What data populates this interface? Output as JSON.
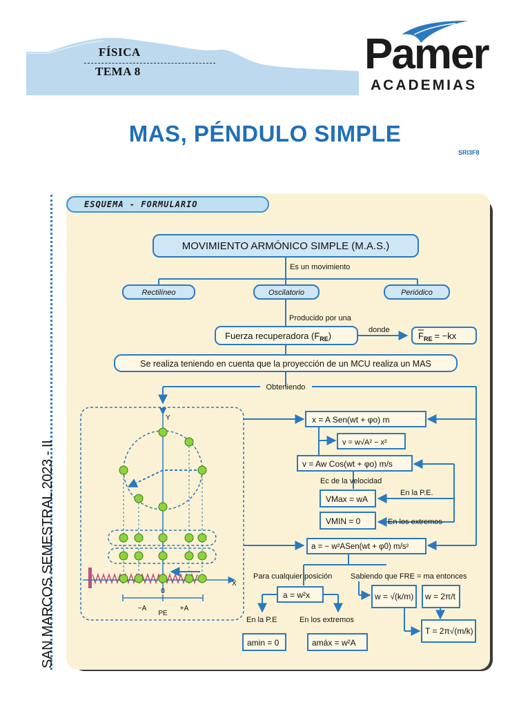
{
  "header": {
    "subject": "FÍSICA",
    "topic": "TEMA 8",
    "brand_name": "Pamer",
    "brand_sub": "ACADEMIAS",
    "title": "MAS, PÉNDULO SIMPLE",
    "code": "SRI3F8",
    "side_text": "SAN MARCOS SEMESTRAL 2023 - II"
  },
  "badge": {
    "label": "ESQUEMA - FORMULARIO"
  },
  "diagram": {
    "main_title": "MOVIMIENTO ARMÓNICO SIMPLE (M.A.S.)",
    "es_un": "Es un movimiento",
    "types": [
      "Rectilíneo",
      "Oscilatorio",
      "Periódico"
    ],
    "producido": "Producido por una",
    "fuerza": "Fuerza recuperadora (F",
    "fuerza_sub": "RE",
    "fuerza_end": ")",
    "donde": "donde",
    "fre_formula": "= −kx",
    "fre_label": "F",
    "fre_sub": "RE",
    "proyeccion": "Se realiza teniendo en cuenta que la proyección de un MCU realiza un MAS",
    "obteniendo": "Obteniendo",
    "x_eq": "x =  A Sen(wt + φo) m",
    "v_eq": "v = w√A² − x²",
    "vx_eq": "v = Aw Cos(wt + φo) m/s",
    "ec_vel": "Ec de la velocidad",
    "vmax": "VMax = wA",
    "en_pe": "En la P.E.",
    "vmin": "VMIN = 0",
    "en_extremos": "En los extremos",
    "a_eq": "a = − w²ASen(wt + φ0) m/s²",
    "para_cualquier": "Para cualquier posición",
    "sabiendo": "Sabiendo que FRE = ma entonces",
    "a_w2x": "a = w²x",
    "w_sqrt": "w = √(k/m)",
    "w_2pi": "w = 2π/t",
    "en_la_pe": "En la P.E",
    "en_los_extremos": "En los extremos",
    "amin": "amin = 0",
    "amax": "amáx = w²A",
    "T_eq": "T = 2π√(m/k)",
    "axis_y": "Y",
    "axis_x": "X",
    "zero": "0",
    "minusA": "−A",
    "plusA": "+A",
    "pe": "PE"
  },
  "colors": {
    "accent": "#2a79c0",
    "title": "#1f6fb5",
    "panel": "#fbf2d5",
    "pill": "#cfe6f6",
    "ball": "#8cd43a"
  }
}
